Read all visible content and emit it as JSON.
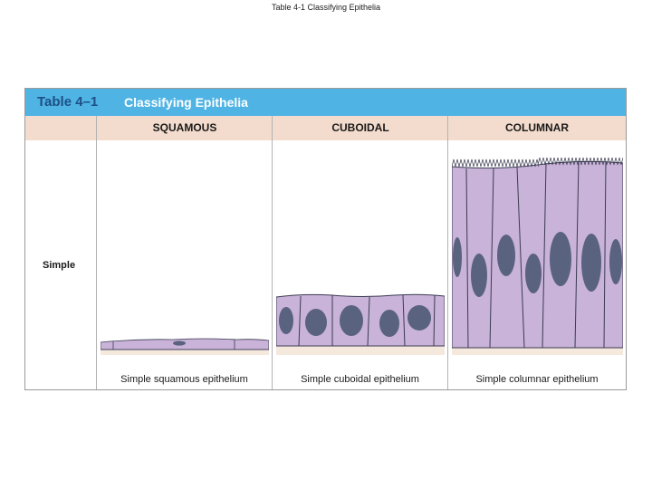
{
  "page_title": "Table 4-1 Classifying Epithelia",
  "table": {
    "number": "Table 4–1",
    "name": "Classifying Epithelia",
    "columns": [
      "SQUAMOUS",
      "CUBOIDAL",
      "COLUMNAR"
    ],
    "row_label": "Simple",
    "captions": [
      "Simple squamous epithelium",
      "Simple cuboidal epithelium",
      "Simple columnar epithelium"
    ]
  },
  "colors": {
    "title_bar": "#4fb4e4",
    "table_number": "#1d4f86",
    "header_band": "#f3dccd",
    "cell_fill": "#c9b3d8",
    "cell_border": "#3b3b52",
    "nucleus": "#59627f",
    "connective_tissue": "#f5e8dd"
  }
}
